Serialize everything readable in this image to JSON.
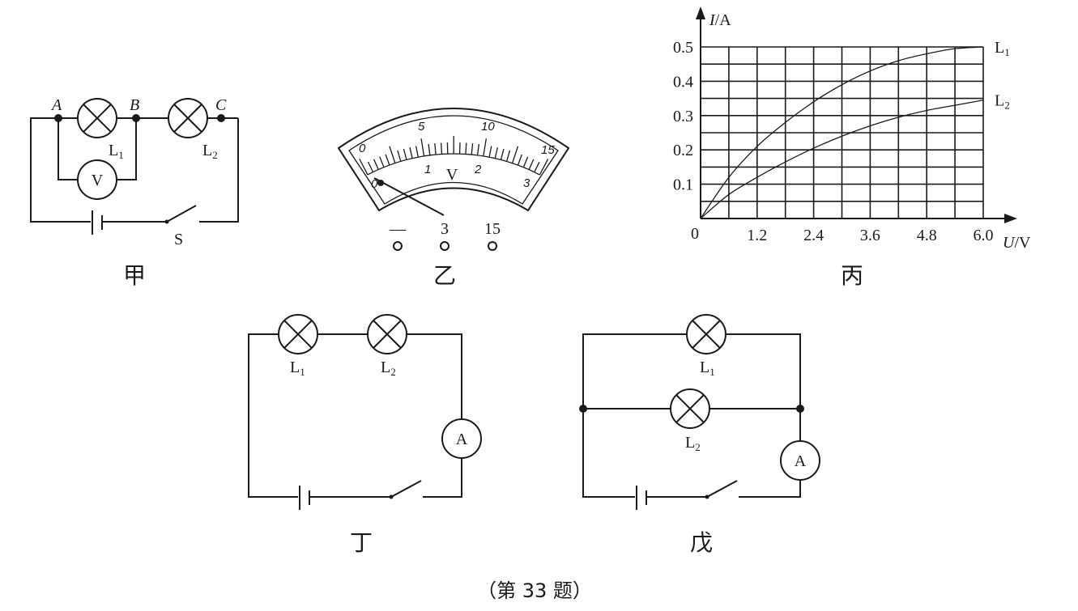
{
  "figures": {
    "jia": {
      "caption": "甲",
      "nodes": [
        "A",
        "B",
        "C"
      ],
      "lamp1": "L1",
      "lamp2": "L2",
      "voltmeter": "V",
      "switch": "S"
    },
    "yi": {
      "caption": "乙",
      "meter_letter": "V",
      "scale_upper": [
        "0",
        "5",
        "10",
        "15"
      ],
      "scale_lower": [
        "1",
        "2",
        "3"
      ],
      "lower_zero": "0",
      "terminals": [
        "—",
        "3",
        "15"
      ],
      "needle_value": 0
    },
    "bing": {
      "caption": "丙"
    },
    "ding": {
      "caption": "丁",
      "lamp1": "L1",
      "lamp2": "L2",
      "ammeter": "A"
    },
    "wu": {
      "caption": "戊",
      "lamp1": "L1",
      "lamp2": "L2",
      "ammeter": "A"
    }
  },
  "footer": "（第 33 题）",
  "chart_data": {
    "type": "line",
    "xlabel_var": "U",
    "xlabel_unit": "/V",
    "ylabel_var": "I",
    "ylabel_unit": "/A",
    "x_ticks": [
      "0",
      "1.2",
      "2.4",
      "3.6",
      "4.8",
      "6.0"
    ],
    "y_ticks": [
      "0.1",
      "0.2",
      "0.3",
      "0.4",
      "0.5"
    ],
    "xlim": [
      0,
      6.0
    ],
    "ylim": [
      0,
      0.5
    ],
    "grid": true,
    "series": [
      {
        "name": "L1",
        "x": [
          0,
          0.6,
          1.2,
          1.8,
          2.4,
          3.0,
          3.6,
          4.2,
          4.8,
          5.4,
          6.0
        ],
        "y": [
          0,
          0.12,
          0.21,
          0.28,
          0.34,
          0.39,
          0.43,
          0.46,
          0.48,
          0.495,
          0.5
        ]
      },
      {
        "name": "L2",
        "x": [
          0,
          0.6,
          1.2,
          1.8,
          2.4,
          3.0,
          3.6,
          4.2,
          4.8,
          5.4,
          6.0
        ],
        "y": [
          0,
          0.07,
          0.12,
          0.165,
          0.205,
          0.24,
          0.27,
          0.295,
          0.315,
          0.33,
          0.345
        ]
      }
    ]
  }
}
